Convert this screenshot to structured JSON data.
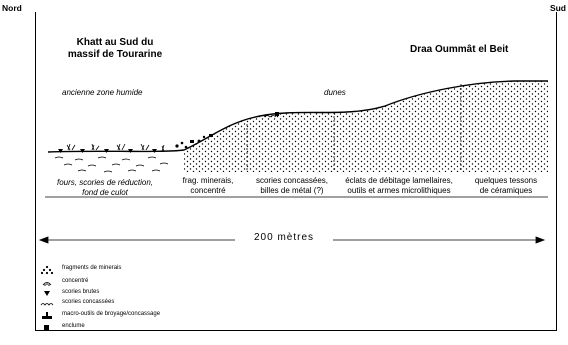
{
  "labels": {
    "north": "Nord",
    "south": "Sud",
    "place_left_line1": "Khatt au Sud du",
    "place_left_line2": "massif de Tourarine",
    "place_right": "Draa Oummât el Beit",
    "zone_left": "ancienne zone humide",
    "zone_right": "dunes",
    "scale": "200 mètres"
  },
  "captions": [
    {
      "line1": "fours, scories de réduction,",
      "line2": "fond de culot"
    },
    {
      "line1": "frag. minerais,",
      "line2": "concentré"
    },
    {
      "line1": "scories concassées,",
      "line2": "billes de métal (?)"
    },
    {
      "line1": "éclats de débitage lamellaires,",
      "line2": "outils et armes microlithiques"
    },
    {
      "line1": "quelques tessons",
      "line2": "de céramiques"
    }
  ],
  "legend": [
    {
      "icon": "mineral-fragments-icon",
      "label": "fragments de minerais"
    },
    {
      "icon": "concentrate-icon",
      "label": "concentré"
    },
    {
      "icon": "raw-slag-icon",
      "label": "scories brutes"
    },
    {
      "icon": "crushed-slag-icon",
      "label": "scories concassées"
    },
    {
      "icon": "grinding-tool-icon",
      "label": "macro-outils de broyage/concassage"
    },
    {
      "icon": "anvil-icon",
      "label": "enclume"
    }
  ]
}
